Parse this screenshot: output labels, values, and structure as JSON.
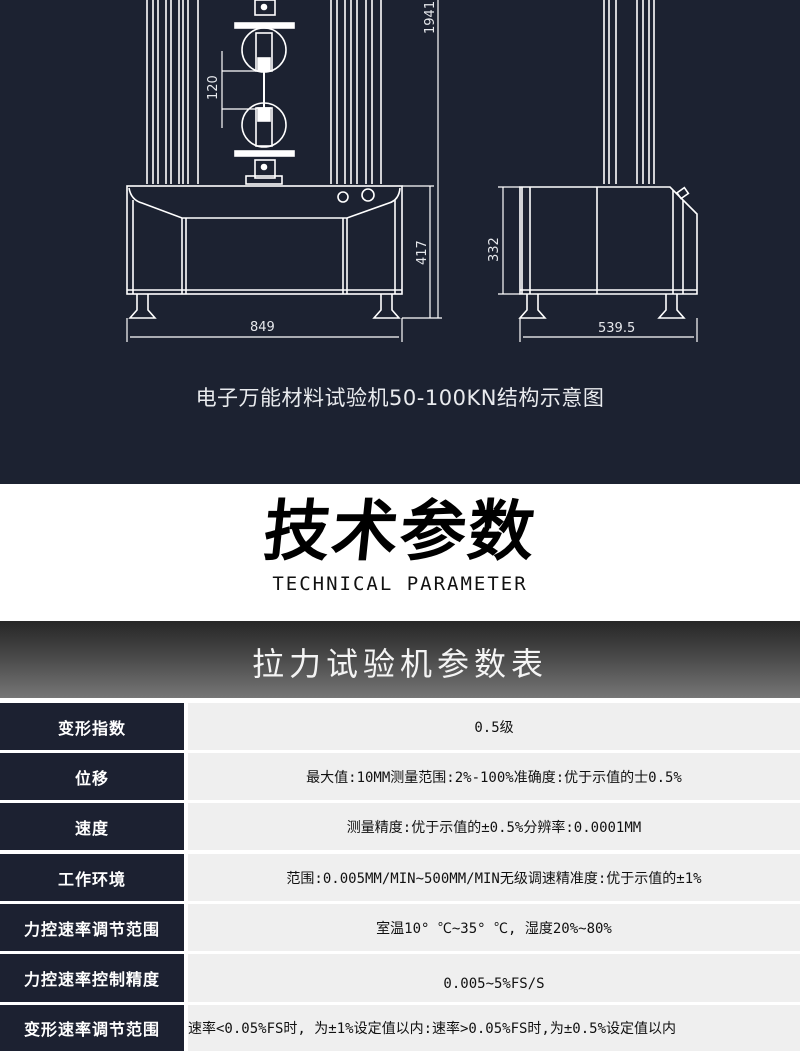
{
  "diagram": {
    "dimensions": {
      "total_height": "1941",
      "specimen_gauge": "120",
      "base_height_front": "417",
      "base_width_front": "849",
      "base_height_side": "332",
      "base_width_side": "539.5"
    },
    "caption": "电子万能材料试验机50-100KN结构示意图",
    "line_color": "#ffffff",
    "background_color": "#1c2231"
  },
  "section_heading": {
    "title": "技术参数",
    "subtitle": "TECHNICAL PARAMETER"
  },
  "banner": {
    "title": "拉力试验机参数表"
  },
  "spec_table": {
    "rows": [
      {
        "label": "变形指数",
        "value": "0.5级"
      },
      {
        "label": "位移",
        "value": "最大值:10MM测量范围:2%-100%准确度:优于示值的士0.5%"
      },
      {
        "label": "速度",
        "value": "测量精度:优于示值的±0.5%分辨率:0.0001MM"
      },
      {
        "label": "工作环境",
        "value": "范围:0.005MM/MIN~500MM/MIN无级调速精准度:优于示值的±1%"
      },
      {
        "label": "力控速率调节范围",
        "value": "室温10° ℃~35° ℃, 湿度20%~80%"
      },
      {
        "label": "力控速率控制精度",
        "value": "0.005~5%FS/S"
      },
      {
        "label": "变形速率调节范围",
        "value": "速率<0.05%FS时, 为±1%设定值以内:速率>0.05%FS时,为±0.5%设定值以内"
      }
    ]
  }
}
